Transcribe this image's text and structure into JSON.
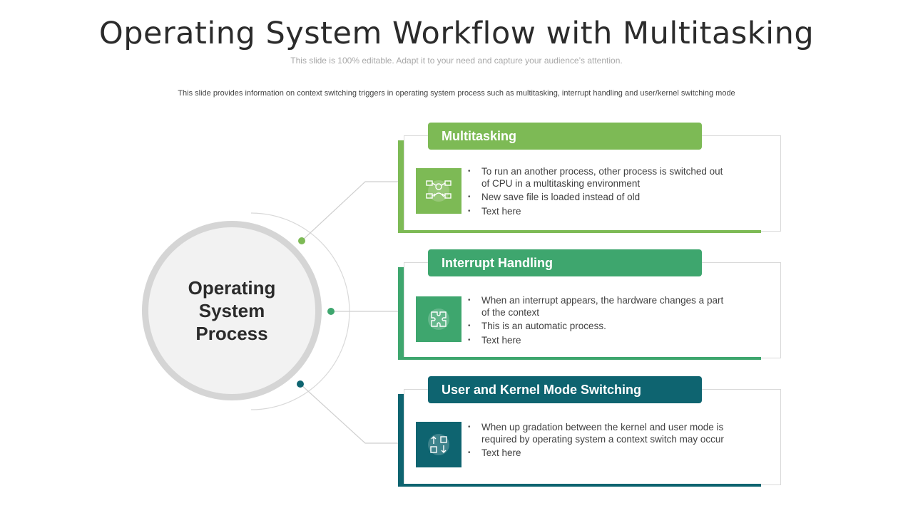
{
  "title": "Operating System Workflow with Multitasking",
  "subtitle": "This slide is 100% editable. Adapt it to your need and capture your audience’s attention.",
  "description": "This slide provides information on context switching triggers in operating system process such as multitasking, interrupt handling and user/kernel switching mode",
  "hub": {
    "label": "Operating\nSystem\nProcess"
  },
  "colors": {
    "green_light": "#7dba55",
    "green_mid": "#3ea66e",
    "teal_dark": "#0e6470",
    "hub_ring": "#d5d5d5"
  },
  "cards": [
    {
      "header": "Multitasking",
      "icon": "multitasking-person-icon",
      "bullets": [
        "To run an another process, other process is switched out of CPU  in a multitasking environment",
        "New save file is loaded instead of old",
        "Text here"
      ]
    },
    {
      "header": "Interrupt Handling",
      "icon": "puzzle-icon",
      "bullets": [
        "When an interrupt appears, the hardware changes a part of the context",
        "This is an automatic process.",
        "Text here"
      ]
    },
    {
      "header": "User and Kernel Mode Switching",
      "icon": "switch-arrows-icon",
      "bullets": [
        "When up gradation between the kernel and user mode is required by operating system a context switch may occur",
        "Text here"
      ]
    }
  ]
}
